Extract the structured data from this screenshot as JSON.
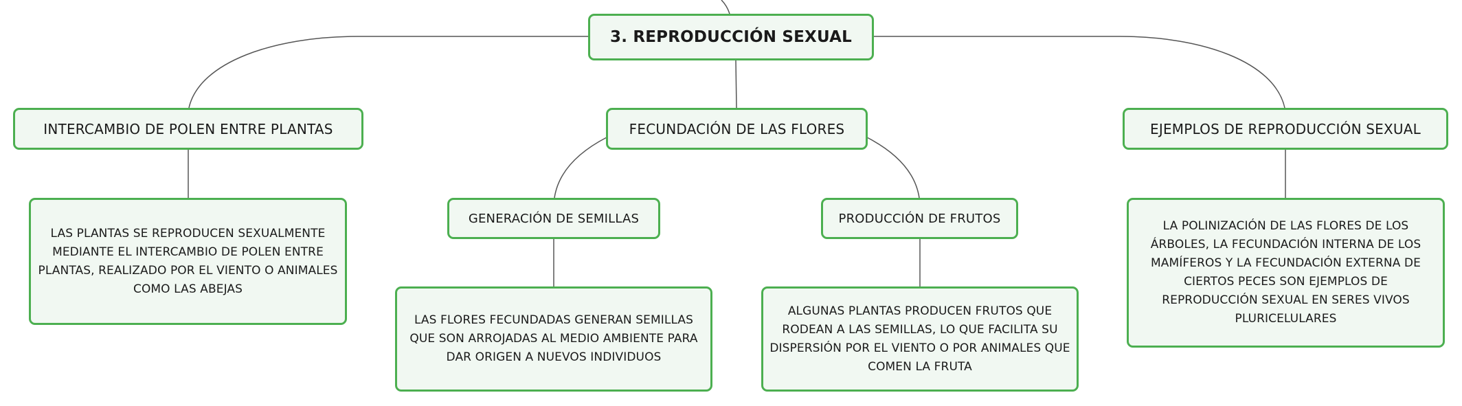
{
  "diagram": {
    "root": {
      "label": "3. REPRODUCCIÓN SEXUAL"
    },
    "branches": [
      {
        "label": "INTERCAMBIO DE POLEN ENTRE PLANTAS",
        "detail": "LAS PLANTAS SE REPRODUCEN SEXUALMENTE MEDIANTE EL INTERCAMBIO DE POLEN ENTRE PLANTAS, REALIZADO POR EL VIENTO O ANIMALES COMO LAS ABEJAS"
      },
      {
        "label": "FECUNDACIÓN DE LAS FLORES",
        "children": [
          {
            "label": "GENERACIÓN DE SEMILLAS",
            "detail": "LAS FLORES FECUNDADAS GENERAN SEMILLAS QUE SON ARROJADAS AL MEDIO AMBIENTE PARA DAR ORIGEN A NUEVOS INDIVIDUOS"
          },
          {
            "label": "PRODUCCIÓN DE FRUTOS",
            "detail": "ALGUNAS PLANTAS PRODUCEN FRUTOS QUE RODEAN A LAS SEMILLAS, LO QUE FACILITA SU DISPERSIÓN POR EL VIENTO O POR ANIMALES QUE COMEN LA FRUTA"
          }
        ]
      },
      {
        "label": "EJEMPLOS DE REPRODUCCIÓN SEXUAL",
        "detail": "LA POLINIZACIÓN DE LAS FLORES DE LOS ÁRBOLES, LA FECUNDACIÓN INTERNA DE LOS MAMÍFEROS Y LA FECUNDACIÓN EXTERNA DE CIERTOS PECES SON EJEMPLOS DE REPRODUCCIÓN SEXUAL EN SERES VIVOS PLURICELULARES"
      }
    ]
  },
  "colors": {
    "node_border": "#4caf50",
    "node_fill": "#f1f8f2",
    "connector": "#555555"
  }
}
